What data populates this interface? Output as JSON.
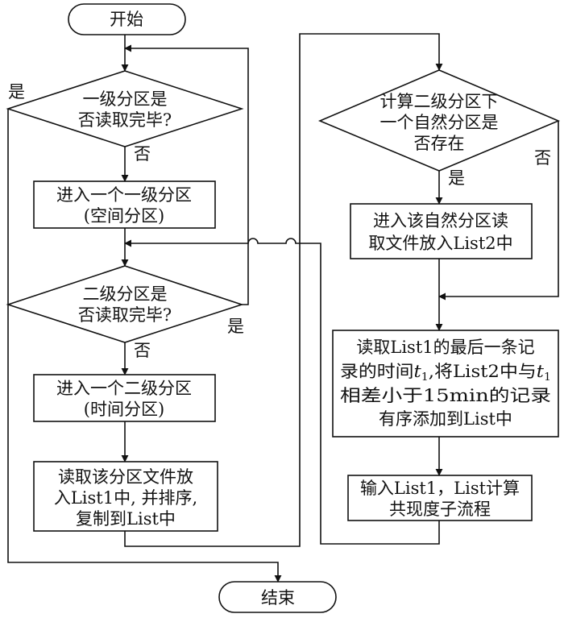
{
  "colors": {
    "stroke": "#111111",
    "background": "#ffffff"
  },
  "nodes": {
    "start": "开始",
    "level1_decision": {
      "line1": "一级分区是",
      "line2": "否读取完毕?"
    },
    "enter_level1": {
      "line1": "进入一个一级分区",
      "line2": "(空间分区)"
    },
    "level2_decision": {
      "line1": "二级分区是",
      "line2": "否读取完毕?"
    },
    "enter_level2": {
      "line1": "进入一个二级分区",
      "line2": "(时间分区)"
    },
    "read_partition": {
      "line1": "读取该分区文件放",
      "line2": "入List1中, 并排序,",
      "line3": "复制到List中"
    },
    "natural_decision": {
      "line1": "计算二级分区下",
      "line2": "一个自然分区是",
      "line3": "否存在"
    },
    "read_natural": {
      "line1": "进入该自然分区读",
      "line2": "取文件放入List2中"
    },
    "merge_records": {
      "line1": "读取List1的最后一条记",
      "line2_pre": "录的时间",
      "t_var": "t",
      "t_sub": "1",
      "line2_mid": ",将List2中与",
      "line3": "相差小于15min的记录",
      "line4": "有序添加到List中"
    },
    "compute_cooccurrence": {
      "line1": "输入List1，List计算",
      "line2": "共现度子流程"
    },
    "end": "结束"
  },
  "edge_labels": {
    "yes": "是",
    "no": "否"
  }
}
